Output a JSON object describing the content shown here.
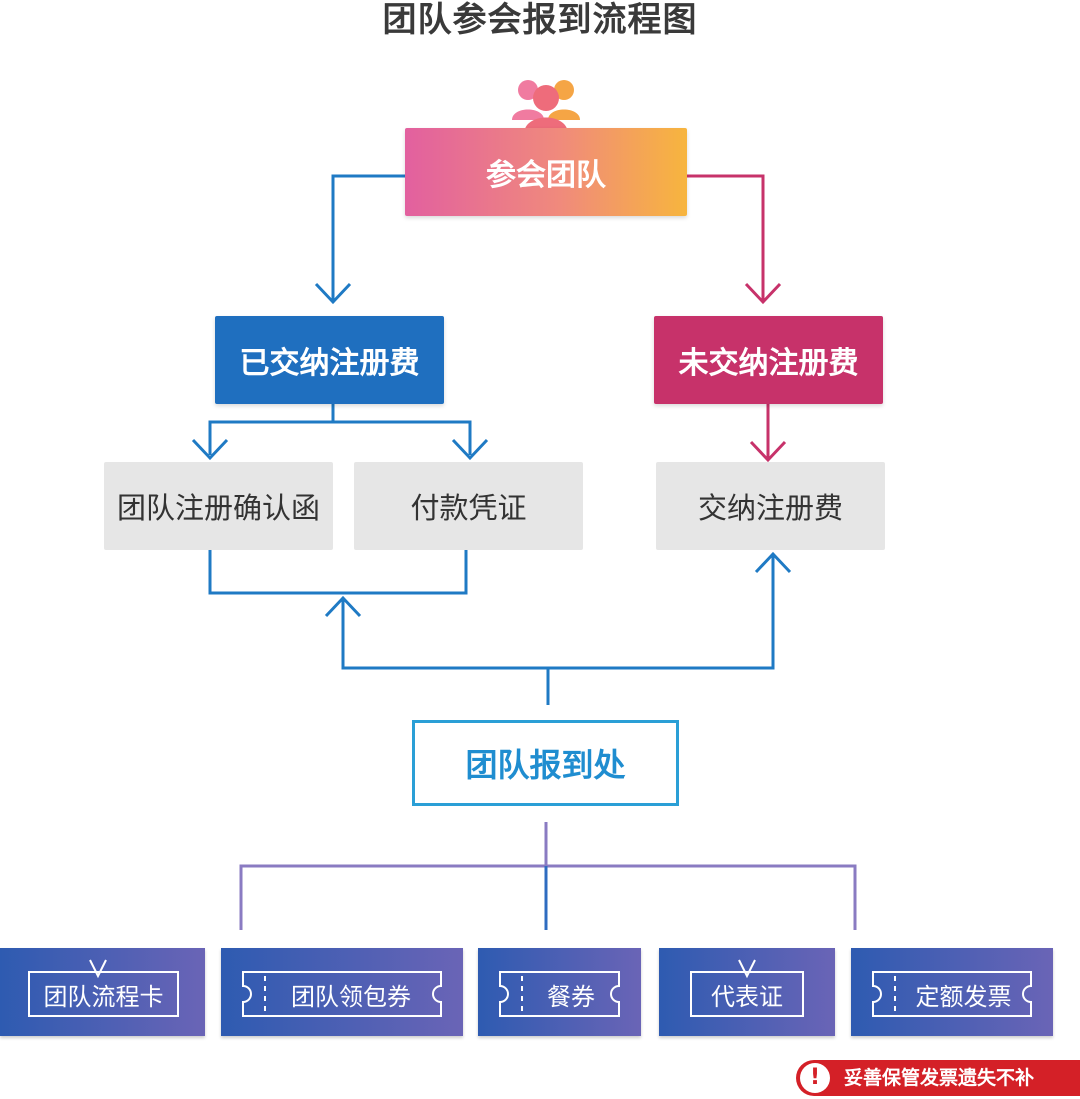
{
  "title": "团队参会报到流程图",
  "nodes": {
    "start": "参会团队",
    "paid": "已交纳注册费",
    "unpaid": "未交纳注册费",
    "confirm_letter": "团队注册确认函",
    "payment_voucher": "付款凭证",
    "pay_fee": "交纳注册费",
    "desk": "团队报到处"
  },
  "items": [
    {
      "label": "团队流程卡",
      "icon": "card-icon"
    },
    {
      "label": "团队领包券",
      "icon": "ticket-icon"
    },
    {
      "label": "餐券",
      "icon": "ticket-icon"
    },
    {
      "label": "代表证",
      "icon": "card-icon"
    },
    {
      "label": "定额发票",
      "icon": "ticket-icon"
    }
  ],
  "notice": "妥善保管发票遗失不补",
  "colors": {
    "blue": "#1f6fbf",
    "magenta": "#c7326a",
    "cyan": "#2a9fd6",
    "purple": "#8a7bc2",
    "alert_red": "#d42027"
  }
}
